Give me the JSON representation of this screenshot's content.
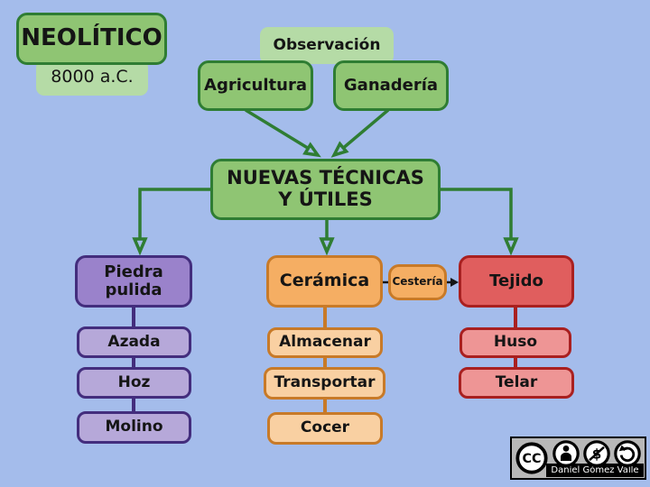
{
  "canvas": {
    "background": "#a4bceb"
  },
  "header": {
    "title": "NEOLÍTICO",
    "date": "8000 a.C."
  },
  "top": {
    "observation": "Observación",
    "agriculture": "Agricultura",
    "livestock": "Ganadería"
  },
  "central": {
    "label": "NUEVAS TÉCNICAS Y ÚTILES"
  },
  "branches": {
    "stone": {
      "label": "Piedra pulida",
      "items": [
        "Azada",
        "Hoz",
        "Molino"
      ],
      "fill": "#9a82cb",
      "light_fill": "#b6a8d9",
      "border": "#432d7d"
    },
    "pottery": {
      "label": "Cerámica",
      "side_label": "Cestería",
      "items": [
        "Almacenar",
        "Transportar",
        "Cocer"
      ],
      "fill": "#f5ae63",
      "light_fill": "#f9d0a2",
      "border": "#c87a28"
    },
    "weaving": {
      "label": "Tejido",
      "items": [
        "Huso",
        "Telar"
      ],
      "fill": "#e05e5e",
      "light_fill": "#ee9595",
      "border": "#a92020"
    }
  },
  "credit": {
    "author": "Daniel Gómez Valle",
    "license_icons": [
      "cc",
      "attribution-person",
      "non-commercial-dollar",
      "share-alike-arrow"
    ]
  },
  "colors": {
    "green_fill": "#8fc573",
    "green_border": "#2f7d33",
    "light_green_fill": "#b5dba6",
    "arrow_green": "#2f7d33",
    "arrow_black": "#151515",
    "badge_gray": "#b8b8b8"
  }
}
